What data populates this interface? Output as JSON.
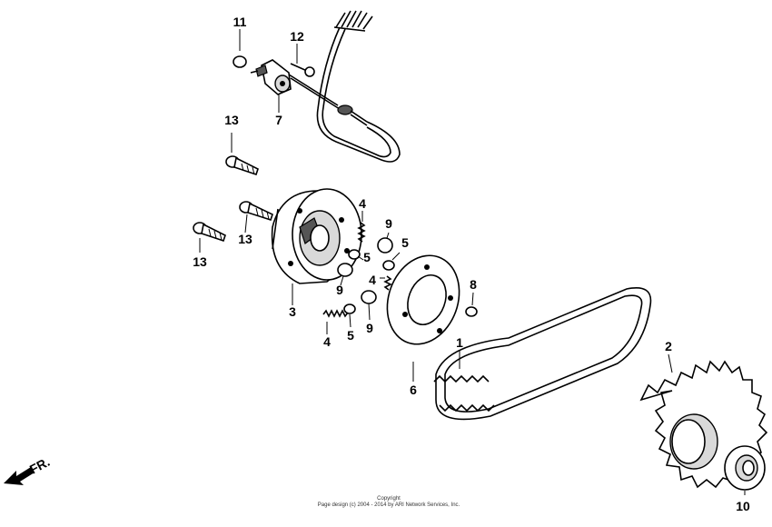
{
  "callouts": {
    "c11": "11",
    "c12": "12",
    "c7": "7",
    "c13a": "13",
    "c13b": "13",
    "c13c": "13",
    "c3": "3",
    "c4a": "4",
    "c4b": "4",
    "c4c": "4",
    "c9a": "9",
    "c9b": "9",
    "c9c": "9",
    "c5a": "5",
    "c5b": "5",
    "c5c": "5",
    "c8": "8",
    "c6": "6",
    "c1": "1",
    "c2": "2",
    "c10": "10"
  },
  "direction_label": "FR.",
  "copyright": {
    "line1": "Copyright",
    "line2": "Page design (c) 2004 - 2014 by ARI Network Services, Inc."
  }
}
